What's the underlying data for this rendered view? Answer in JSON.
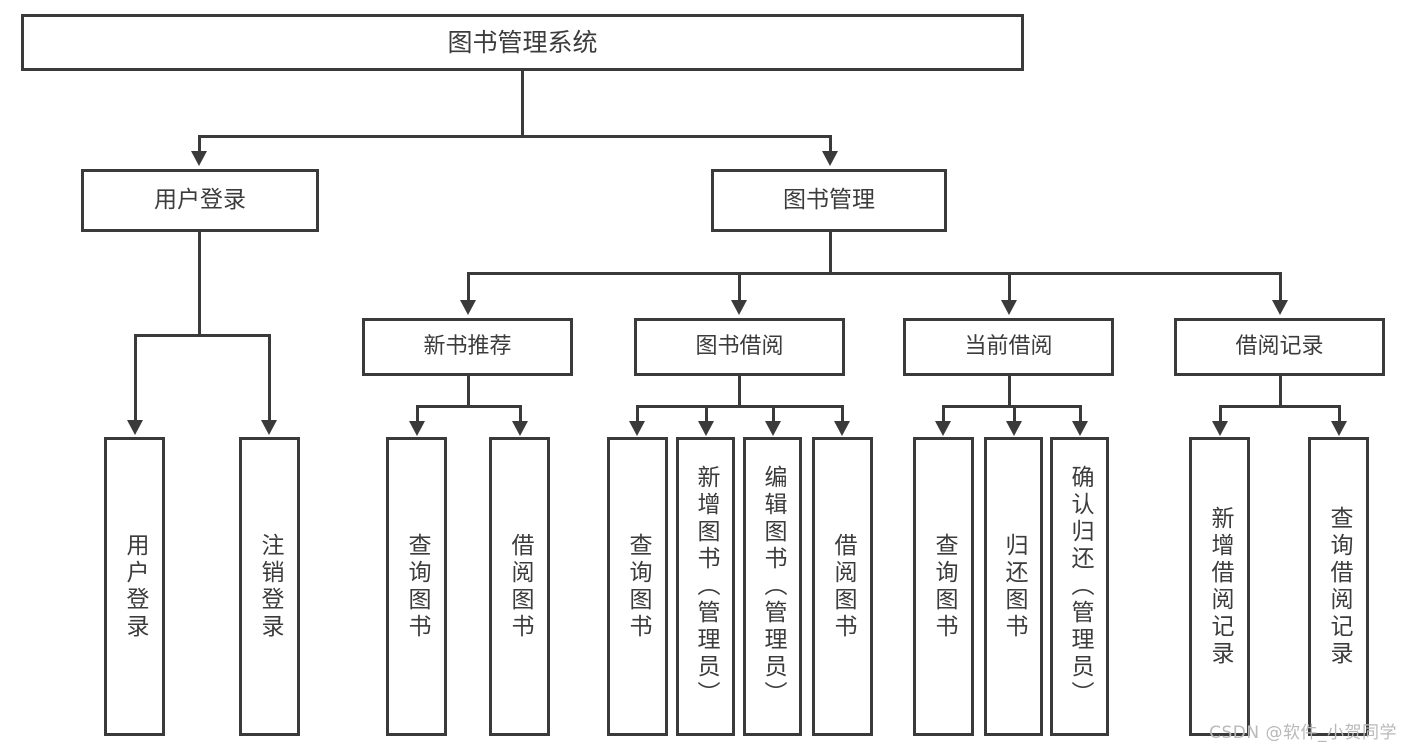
{
  "diagram": {
    "title": "图书管理系统",
    "type": "tree-hierarchy-chart",
    "watermark": "CSDN @软件_小贺同学",
    "colors": {
      "stroke": "#3a3a3a",
      "fill": "#ffffff",
      "text": "#3c3c3c",
      "watermark": "#b9b9b9"
    },
    "root": {
      "label": "图书管理系统"
    },
    "level1": [
      {
        "label": "用户登录"
      },
      {
        "label": "图书管理"
      }
    ],
    "level2": [
      {
        "label": "新书推荐"
      },
      {
        "label": "图书借阅"
      },
      {
        "label": "当前借阅"
      },
      {
        "label": "借阅记录"
      }
    ],
    "leaves": {
      "user_login": [
        {
          "label": "用户登录"
        },
        {
          "label": "注销登录"
        }
      ],
      "new_book_recommend": [
        {
          "label": "查询图书"
        },
        {
          "label": "借阅图书"
        }
      ],
      "book_borrow": [
        {
          "label": "查询图书"
        },
        {
          "label": "新增图书（管理员）"
        },
        {
          "label": "编辑图书（管理员）"
        },
        {
          "label": "借阅图书"
        }
      ],
      "current_borrow": [
        {
          "label": "查询图书"
        },
        {
          "label": "归还图书"
        },
        {
          "label": "确认归还（管理员）"
        }
      ],
      "borrow_record": [
        {
          "label": "新增借阅记录"
        },
        {
          "label": "查询借阅记录"
        }
      ]
    }
  }
}
